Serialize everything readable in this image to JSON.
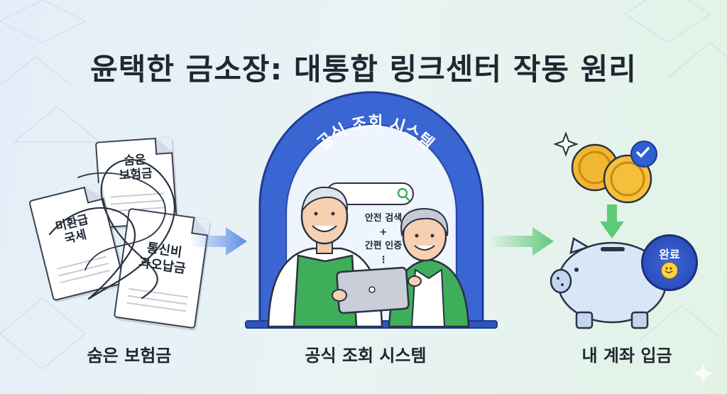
{
  "title": "윤택한 금소장: 대통합 링크센터 작동 원리",
  "left": {
    "label": "숨은 보험금",
    "docs": {
      "insurance": "숨은\n보험금",
      "tax": "미환급\n국세",
      "telecom": "통신비\n과오납금"
    }
  },
  "middle": {
    "label": "공식 조회 시스템",
    "arch_text": "공식 조회 시스템",
    "search_text_1": "안전 검색",
    "search_plus": "+",
    "search_text_2": "간편 인증",
    "search_dots": "⋮"
  },
  "right": {
    "label": "내 계좌 입금",
    "badge": "완료"
  },
  "colors": {
    "title": "#1f2733",
    "arch_blue": "#3a66d4",
    "arrow_blue": "#5b8fe8",
    "arrow_green": "#5fc97a",
    "sweater_green": "#3fae5a",
    "coin_gold": "#f2b732",
    "piggy_blue": "#d8e6f8",
    "badge_blue": "#2747b3"
  },
  "icons": [
    "search-icon",
    "tablet-icon",
    "coin-icon",
    "check-icon",
    "piggy-bank-icon",
    "smile-icon",
    "sparkle-icon"
  ]
}
